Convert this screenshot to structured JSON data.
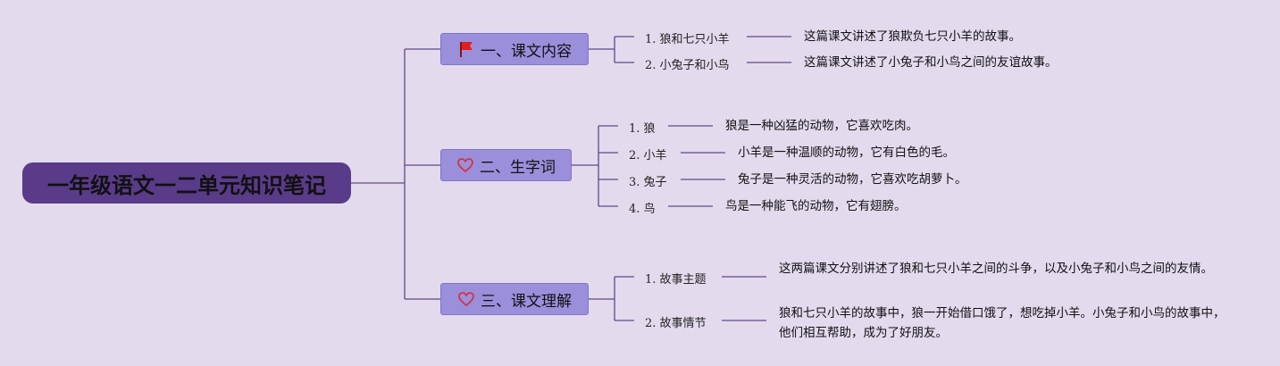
{
  "root": {
    "title": "一年级语文一二单元知识笔记"
  },
  "branches": [
    {
      "label": "一、课文内容",
      "icon": "red-flag-icon",
      "items": [
        {
          "label": "1. 狼和七只小羊",
          "desc": "这篇课文讲述了狼欺负七只小羊的故事。"
        },
        {
          "label": "2. 小兔子和小鸟",
          "desc": "这篇课文讲述了小兔子和小鸟之间的友谊故事。"
        }
      ]
    },
    {
      "label": "二、生字词",
      "icon": "heart-icon",
      "items": [
        {
          "label": "1. 狼",
          "desc": "狼是一种凶猛的动物，它喜欢吃肉。"
        },
        {
          "label": "2. 小羊",
          "desc": "小羊是一种温顺的动物，它有白色的毛。"
        },
        {
          "label": "3. 兔子",
          "desc": "兔子是一种灵活的动物，它喜欢吃胡萝卜。"
        },
        {
          "label": "4. 鸟",
          "desc": "鸟是一种能飞的动物，它有翅膀。"
        }
      ]
    },
    {
      "label": "三、课文理解",
      "icon": "heart-icon",
      "items": [
        {
          "label": "1. 故事主题",
          "desc": "这两篇课文分别讲述了狼和七只小羊之间的斗争，以及小兔子和小鸟之间的友情。"
        },
        {
          "label": "2. 故事情节",
          "desc": "狼和七只小羊的故事中，狼一开始借口饿了，想吃掉小羊。小兔子和小鸟的故事中，他们相互帮助，成为了好朋友。"
        }
      ]
    }
  ],
  "colors": {
    "background": "#e3daee",
    "root": "#5a3b8a",
    "branch": "#9b8fdb",
    "line": "#5e4a86",
    "flag": "#e02020",
    "heart": "#d03545"
  }
}
